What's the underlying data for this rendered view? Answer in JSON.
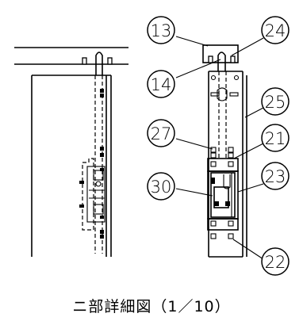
{
  "caption": "ニ部詳細図（1／10）",
  "callouts": [
    {
      "label": "13"
    },
    {
      "label": "24"
    },
    {
      "label": "14"
    },
    {
      "label": "25"
    },
    {
      "label": "27"
    },
    {
      "label": "21"
    },
    {
      "label": "30"
    },
    {
      "label": "23"
    },
    {
      "label": "22"
    }
  ]
}
